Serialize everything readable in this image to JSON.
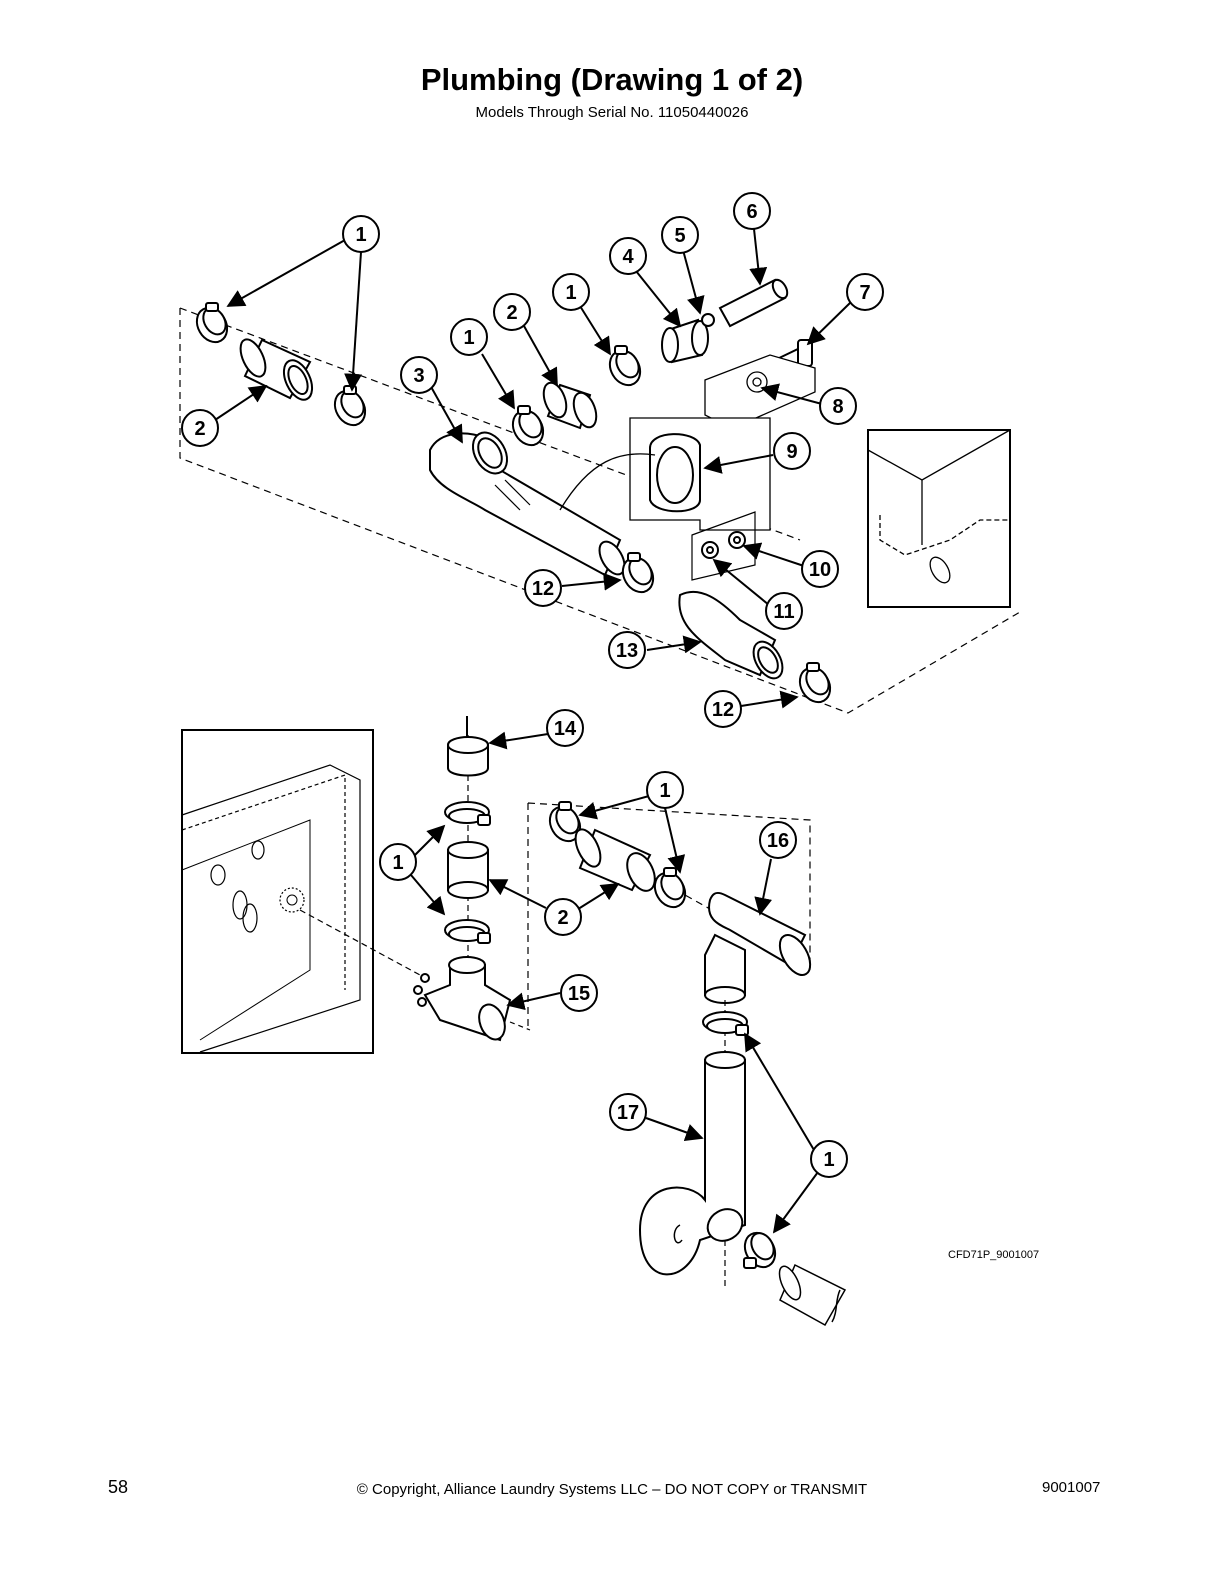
{
  "page": {
    "title": "Plumbing (Drawing 1 of 2)",
    "subtitle": "Models Through Serial No. 11050440026",
    "drawing_code": "CFD71P_9001007",
    "footer": {
      "page_number": "58",
      "copyright": "© Copyright, Alliance Laundry Systems LLC – DO NOT COPY or TRANSMIT",
      "doc_number": "9001007"
    }
  },
  "callouts": [
    {
      "id": "c1a",
      "label": "1"
    },
    {
      "id": "c2a",
      "label": "2"
    },
    {
      "id": "c3",
      "label": "3"
    },
    {
      "id": "c1b",
      "label": "1"
    },
    {
      "id": "c2b",
      "label": "2"
    },
    {
      "id": "c1c",
      "label": "1"
    },
    {
      "id": "c4",
      "label": "4"
    },
    {
      "id": "c5",
      "label": "5"
    },
    {
      "id": "c6",
      "label": "6"
    },
    {
      "id": "c7",
      "label": "7"
    },
    {
      "id": "c8",
      "label": "8"
    },
    {
      "id": "c9",
      "label": "9"
    },
    {
      "id": "c10",
      "label": "10"
    },
    {
      "id": "c11",
      "label": "11"
    },
    {
      "id": "c12a",
      "label": "12"
    },
    {
      "id": "c13",
      "label": "13"
    },
    {
      "id": "c12b",
      "label": "12"
    },
    {
      "id": "c14",
      "label": "14"
    },
    {
      "id": "c1d",
      "label": "1"
    },
    {
      "id": "c2c",
      "label": "2"
    },
    {
      "id": "c15",
      "label": "15"
    },
    {
      "id": "c1e",
      "label": "1"
    },
    {
      "id": "c16",
      "label": "16"
    },
    {
      "id": "c17",
      "label": "17"
    },
    {
      "id": "c1f",
      "label": "1"
    }
  ]
}
